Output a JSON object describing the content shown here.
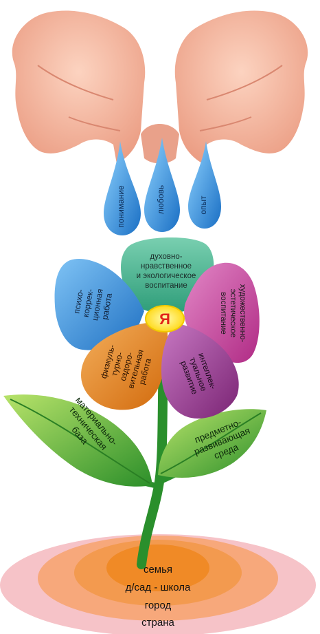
{
  "drops": [
    "понимание",
    "любовь",
    "опыт"
  ],
  "center": "Я",
  "petals": {
    "top": [
      "духовно-",
      "нравственное",
      "и экологическое",
      "воспитание"
    ],
    "right": [
      "художественно-",
      "эстетическое",
      "воспитание"
    ],
    "left": [
      "психо-",
      "коррек-",
      "ционная",
      "работа"
    ],
    "bottom_left": [
      "физкуль-",
      "турно-",
      "оздоро-",
      "вительная",
      "работа"
    ],
    "bottom_right": [
      "интеллек-",
      "туальное",
      "развитие"
    ]
  },
  "leaves": {
    "left": [
      "материально-",
      "техническая",
      "база"
    ],
    "right": [
      "предметно-",
      "развивающая",
      "среда"
    ]
  },
  "soil": [
    "семья",
    "д/сад - школа",
    "город",
    "страна"
  ],
  "colors": {
    "drop": "#2f8fd8",
    "petal_top": "#3fae8a",
    "petal_right": "#c13a93",
    "petal_left": "#2f86d6",
    "petal_bottom_left": "#e07a18",
    "petal_bottom_right": "#8a2f86",
    "center": "#ffe600",
    "center_text": "#e2231a",
    "leaf": "#3aa332",
    "soil_outer": "#f6c3c8",
    "soil_mid": "#f6a06a",
    "soil_inner": "#f28a22",
    "skin": "#f7b39a"
  }
}
